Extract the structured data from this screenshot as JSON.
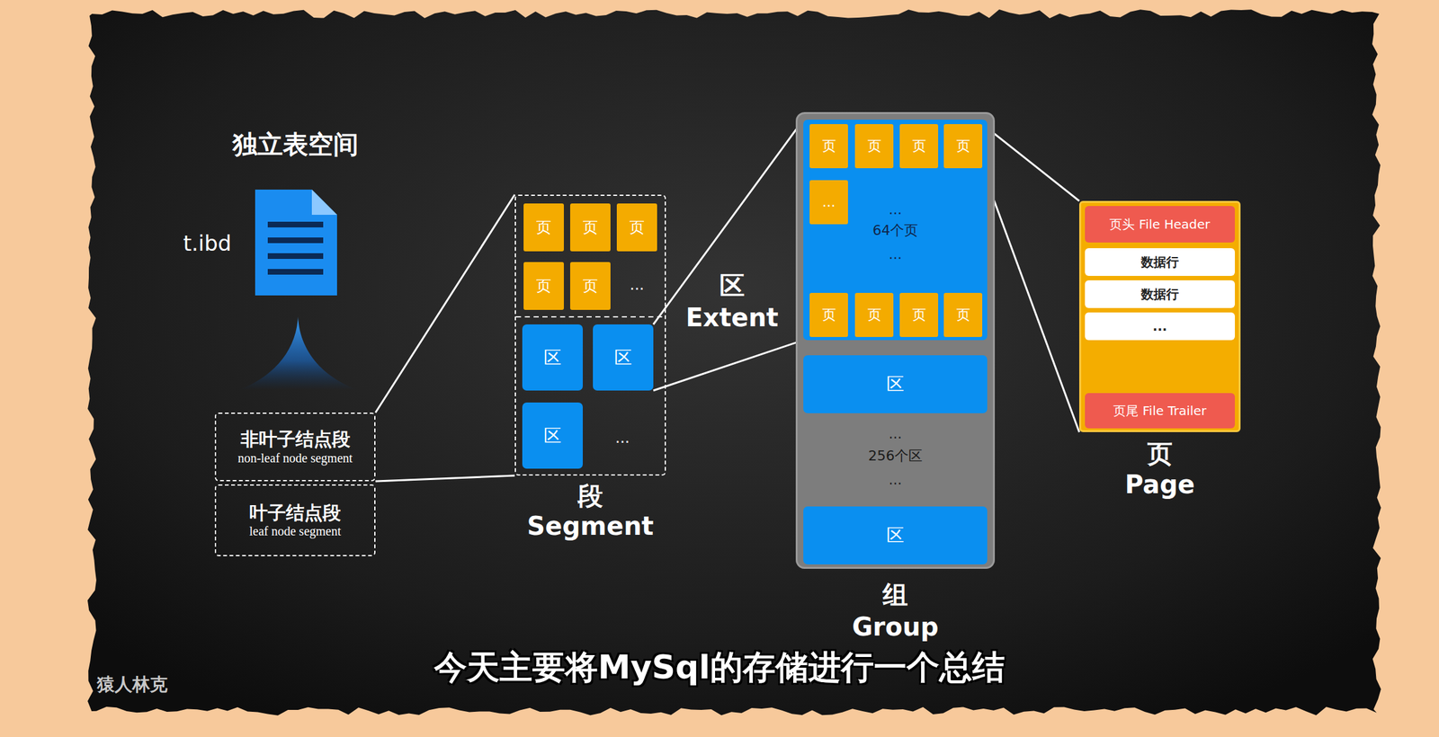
{
  "diagram": {
    "title": "独立表空间",
    "caption": "今天主要将MySql的存储进行一个总结",
    "nodes": [
      {
        "text": [
          "非叶子结点段",
          "non-leaf node segment"
        ]
      },
      {
        "text": [
          "叶子结点段",
          "leaf node segment"
        ]
      },
      {
        "text": [
          "段",
          "Segment"
        ]
      },
      {
        "text": [
          "页"
        ],
        "in": 2
      },
      {
        "text": [
          "页"
        ],
        "in": 2
      },
      {
        "text": [
          "页"
        ],
        "in": 2
      },
      {
        "text": [
          "页"
        ],
        "in": 2
      },
      {
        "text": [
          "页"
        ],
        "in": 2
      },
      {
        "text": [
          "区"
        ],
        "in": 2
      },
      {
        "text": [
          "区"
        ],
        "in": 2
      },
      {
        "text": [
          "区"
        ],
        "in": 2
      },
      {
        "text": [
          "...",
          "256个区",
          "...",
          "组",
          "Group"
        ]
      },
      {
        "text": [
          "...",
          "64个页",
          "..."
        ],
        "in": 11
      },
      {
        "text": [
          "页"
        ],
        "in": 12
      },
      {
        "text": [
          "页"
        ],
        "in": 12
      },
      {
        "text": [
          "页"
        ],
        "in": 12
      },
      {
        "text": [
          "页"
        ],
        "in": 12
      },
      {
        "text": [
          "..."
        ],
        "in": 12
      },
      {
        "text": [
          "页"
        ],
        "in": 12
      },
      {
        "text": [
          "页"
        ],
        "in": 12
      },
      {
        "text": [
          "页"
        ],
        "in": 12
      },
      {
        "text": [
          "页"
        ],
        "in": 12
      },
      {
        "text": [
          "区"
        ],
        "in": 11
      },
      {
        "text": [
          "区"
        ],
        "in": 11
      },
      {
        "text": [
          "页",
          "Page"
        ]
      },
      {
        "text": [
          "页头 File Header"
        ],
        "in": 24
      },
      {
        "text": [
          "数据行"
        ],
        "in": 24
      },
      {
        "text": [
          "数据行"
        ],
        "in": 24
      },
      {
        "text": [
          "..."
        ],
        "in": 24
      },
      {
        "text": [
          "页尾 File Trailer"
        ],
        "in": 24
      }
    ],
    "edges": [
      {
        "from": 0,
        "to": 2,
        "arrow": "none"
      },
      {
        "from": 0,
        "to": 2,
        "arrow": "none"
      },
      {
        "from": 9,
        "to": 12,
        "arrow": "none"
      },
      {
        "from": 9,
        "to": 12,
        "arrow": "none"
      },
      {
        "from": 16,
        "to": 24,
        "arrow": "none"
      },
      {
        "from": 16,
        "to": 24,
        "arrow": "none"
      }
    ],
    "labels": [
      "t.ibd",
      "...",
      "...",
      "区",
      "Extent",
      "猿人林克"
    ]
  }
}
